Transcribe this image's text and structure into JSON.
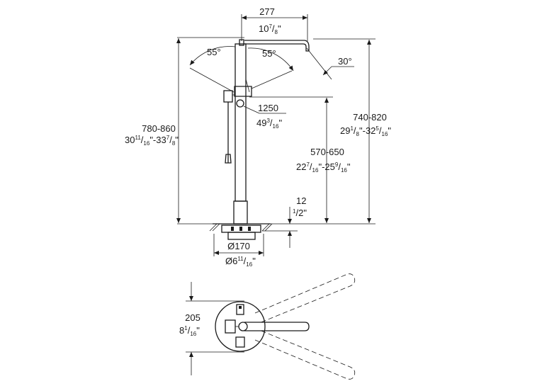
{
  "dimensions": {
    "spout_reach_mm": "277",
    "spout_reach_in": {
      "whole": "10",
      "num": "7",
      "den": "8",
      "mark": "\""
    },
    "angle_left": "55°",
    "angle_right": "55°",
    "angle_spout": "30°",
    "total_height_mm": "780-860",
    "total_height_in": {
      "a_whole": "30",
      "a_num": "11",
      "a_den": "16",
      "sep": "\"-",
      "b_whole": "33",
      "b_num": "7",
      "b_den": "8",
      "mark": "\""
    },
    "hose_mm": "1250",
    "hose_in": {
      "whole": "49",
      "num": "3",
      "den": "16",
      "mark": "\""
    },
    "spout_height_mm": "740-820",
    "spout_height_in": {
      "a_whole": "29",
      "a_num": "1",
      "a_den": "8",
      "sep": "\"-",
      "b_whole": "32",
      "b_num": "5",
      "b_den": "16",
      "mark": "\""
    },
    "handle_height_mm": "570-650",
    "handle_height_in": {
      "a_whole": "22",
      "a_num": "7",
      "a_den": "16",
      "sep": "\"-",
      "b_whole": "25",
      "b_num": "9",
      "b_den": "16",
      "mark": "\""
    },
    "floor_mm": "12",
    "floor_in": {
      "num": "1",
      "den": "2",
      "mark": "\""
    },
    "base_diameter_mm": "Ø170",
    "base_diameter_in": {
      "whole": "Ø6",
      "num": "11",
      "den": "16",
      "mark": "\""
    },
    "plan_depth_mm": "205",
    "plan_depth_in": {
      "whole": "8",
      "num": "1",
      "den": "16",
      "mark": "\""
    }
  }
}
